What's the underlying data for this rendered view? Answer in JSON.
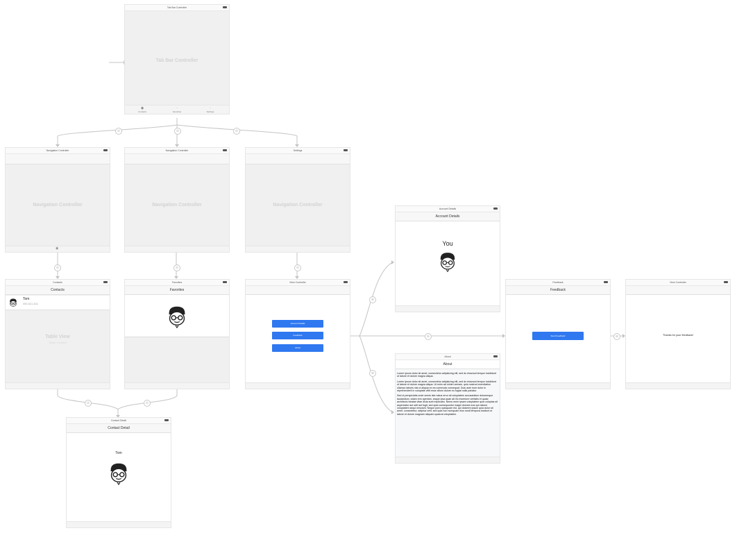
{
  "tabbar_scene": {
    "title": "Tab Bar Controller",
    "placeholder": "Tab Bar Controller",
    "tabs": [
      "Contacts",
      "Favorites",
      "Settings"
    ]
  },
  "nav1": {
    "title": "Navigation Controller",
    "placeholder": "Navigation Controller"
  },
  "nav2": {
    "title": "Navigation Controller",
    "placeholder": "Navigation Controller"
  },
  "nav3": {
    "title": "Settings",
    "placeholder": "Navigation Controller"
  },
  "contacts": {
    "title": "Contacts",
    "nav_title": "Contacts",
    "cell_name": "Tom",
    "cell_detail": "000-1111-1111",
    "placeholder": "Table View",
    "placeholder_sub": "Static Content"
  },
  "favorites": {
    "title": "Favorites",
    "nav_title": "Favorites"
  },
  "view_controller": {
    "title": "View Controller",
    "buttons": [
      "Account Details",
      "Feedback",
      "About"
    ]
  },
  "contact_detail": {
    "title": "Contact Detail",
    "nav_title": "Contact Detail",
    "name": "Tom"
  },
  "account": {
    "title": "Account Details",
    "nav_title": "Account Details",
    "label": "You"
  },
  "feedback": {
    "title": "Feedback",
    "nav_title": "Feedback",
    "button": "Send Feedback"
  },
  "about": {
    "title": "About",
    "nav_title": "About",
    "paragraphs": [
      "Lorem ipsum dolor sit amet, consectetur adipisicing elit, sed do eiusmod tempor incididunt ut labore et dolore magna aliqua.",
      "Lorem ipsum dolor sit amet, consectetur adipisicing elit, sed do eiusmod tempor incididunt ut labore et dolore magna aliqua. Ut enim ad minim veniam, quis nostrud exercitation ullamco laboris nisi ut aliquip ex ea commodo consequat. Duis aute irure dolor in reprehenderit in voluptate velit esse cillum dolore eu fugiat nulla pariatur.",
      "Sed ut perspiciatis unde omnis iste natus error sit voluptatem accusantium doloremque laudantium, totam rem aperiam, eaque ipsa quae ab illo inventore veritatis et quasi architecto beatae vitae dicta sunt explicabo. Nemo enim ipsam voluptatem quia voluptas sit aspernatur aut odit aut fugit, sed quia consequuntur magni dolores eos qui ratione voluptatem sequi nesciunt. Neque porro quisquam est, qui dolorem ipsum quia dolor sit amet, consectetur, adipisci velit, sed quia non numquam eius modi tempora incidunt ut labore et dolore magnam aliquam quaerat voluptatem."
    ]
  },
  "thank_you": {
    "title": "View Controller",
    "message": "Thanks for your feedback!"
  },
  "colors": {
    "accent": "#2f78f0",
    "placeholder_bg": "#f0f0f0",
    "connector": "#c4c4c4"
  }
}
